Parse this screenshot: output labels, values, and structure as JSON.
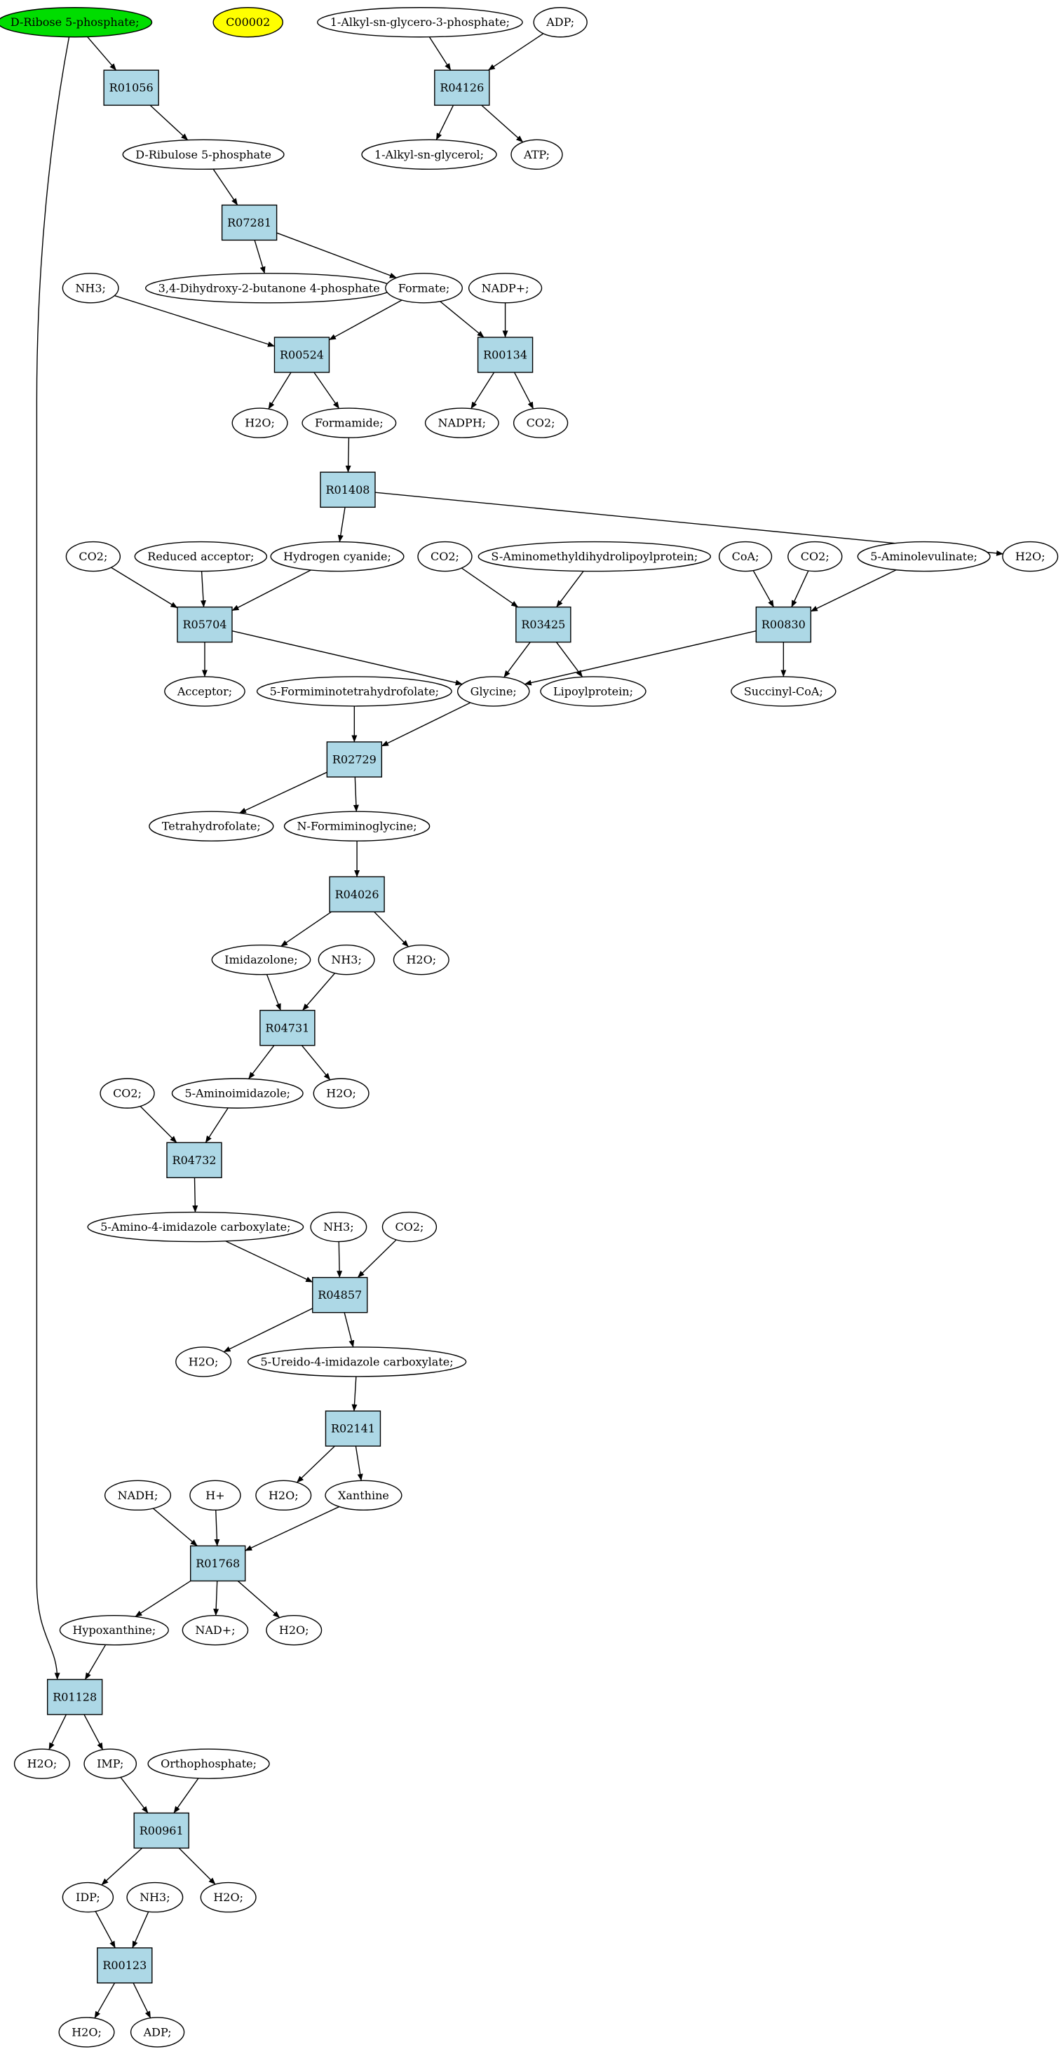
{
  "colors": {
    "reaction_fill": "#add8e6",
    "metabolite_fill": "#ffffff",
    "start_fill": "#00dd00",
    "target_fill": "#ffff00",
    "line": "#000000"
  },
  "metabolites": [
    {
      "id": "m_dribose_top",
      "label": "D-Ribose 5-phosphate;",
      "fill": "start"
    },
    {
      "id": "m_c00002",
      "label": "C00002",
      "fill": "target"
    },
    {
      "id": "m_alkyl_gp",
      "label": "1-Alkyl-sn-glycero-3-phosphate;"
    },
    {
      "id": "m_adp1",
      "label": "ADP;"
    },
    {
      "id": "m_dribose",
      "label": "D-Ribulose 5-phosphate"
    },
    {
      "id": "m_alkyl_g",
      "label": "1-Alkyl-sn-glycerol;"
    },
    {
      "id": "m_atp",
      "label": "ATP;"
    },
    {
      "id": "m_nh3_1",
      "label": "NH3;"
    },
    {
      "id": "m_dhbp",
      "label": "3,4-Dihydroxy-2-butanone 4-phosphate"
    },
    {
      "id": "m_formate",
      "label": "Formate;"
    },
    {
      "id": "m_nadp",
      "label": "NADP+;"
    },
    {
      "id": "m_h2o_1",
      "label": "H2O;"
    },
    {
      "id": "m_formamide",
      "label": "Formamide;"
    },
    {
      "id": "m_nadph",
      "label": "NADPH;"
    },
    {
      "id": "m_co2_1",
      "label": "CO2;"
    },
    {
      "id": "m_h2o_2",
      "label": "H2O;"
    },
    {
      "id": "m_co2_2",
      "label": "CO2;"
    },
    {
      "id": "m_redacc",
      "label": "Reduced acceptor;"
    },
    {
      "id": "m_hcn",
      "label": "Hydrogen cyanide;"
    },
    {
      "id": "m_co2_3",
      "label": "CO2;"
    },
    {
      "id": "m_samdlp",
      "label": "S-Aminomethyldihydrolipoylprotein;"
    },
    {
      "id": "m_coa",
      "label": "CoA;"
    },
    {
      "id": "m_co2_4",
      "label": "CO2;"
    },
    {
      "id": "m_ala",
      "label": "5-Aminolevulinate;"
    },
    {
      "id": "m_acceptor",
      "label": "Acceptor;"
    },
    {
      "id": "m_fthf",
      "label": "5-Formiminotetrahydrofolate;"
    },
    {
      "id": "m_glycine",
      "label": "Glycine;"
    },
    {
      "id": "m_lipo",
      "label": "Lipoylprotein;"
    },
    {
      "id": "m_succoa",
      "label": "Succinyl-CoA;"
    },
    {
      "id": "m_thf",
      "label": "Tetrahydrofolate;"
    },
    {
      "id": "m_nfg",
      "label": "N-Formiminoglycine;"
    },
    {
      "id": "m_imidazolone",
      "label": "Imidazolone;"
    },
    {
      "id": "m_nh3_2",
      "label": "NH3;"
    },
    {
      "id": "m_h2o_3",
      "label": "H2O;"
    },
    {
      "id": "m_co2_5",
      "label": "CO2;"
    },
    {
      "id": "m_5ai",
      "label": "5-Aminoimidazole;"
    },
    {
      "id": "m_h2o_4",
      "label": "H2O;"
    },
    {
      "id": "m_5a4ic",
      "label": "5-Amino-4-imidazole carboxylate;"
    },
    {
      "id": "m_nh3_3",
      "label": "NH3;"
    },
    {
      "id": "m_co2_6",
      "label": "CO2;"
    },
    {
      "id": "m_h2o_5",
      "label": "H2O;"
    },
    {
      "id": "m_5u4ic",
      "label": "5-Ureido-4-imidazole carboxylate;"
    },
    {
      "id": "m_h2o_6",
      "label": "H2O;"
    },
    {
      "id": "m_xanthine",
      "label": "Xanthine"
    },
    {
      "id": "m_nadh",
      "label": "NADH;"
    },
    {
      "id": "m_hplus",
      "label": "H+"
    },
    {
      "id": "m_hypox",
      "label": "Hypoxanthine;"
    },
    {
      "id": "m_nad",
      "label": "NAD+;"
    },
    {
      "id": "m_h2o_7",
      "label": "H2O;"
    },
    {
      "id": "m_h2o_8",
      "label": "H2O;"
    },
    {
      "id": "m_imp",
      "label": "IMP;"
    },
    {
      "id": "m_ortho",
      "label": "Orthophosphate;"
    },
    {
      "id": "m_idp",
      "label": "IDP;"
    },
    {
      "id": "m_nh3_4",
      "label": "NH3;"
    },
    {
      "id": "m_h2o_9",
      "label": "H2O;"
    },
    {
      "id": "m_h2o_10",
      "label": "H2O;"
    },
    {
      "id": "m_adp2",
      "label": "ADP;"
    }
  ],
  "reactions": [
    {
      "id": "r_R01056",
      "label": "R01056"
    },
    {
      "id": "r_R04126",
      "label": "R04126"
    },
    {
      "id": "r_R07281",
      "label": "R07281"
    },
    {
      "id": "r_R00524",
      "label": "R00524"
    },
    {
      "id": "r_R00134",
      "label": "R00134"
    },
    {
      "id": "r_R01408",
      "label": "R01408"
    },
    {
      "id": "r_R05704",
      "label": "R05704"
    },
    {
      "id": "r_R03425",
      "label": "R03425"
    },
    {
      "id": "r_R00830",
      "label": "R00830"
    },
    {
      "id": "r_R02729",
      "label": "R02729"
    },
    {
      "id": "r_R04026",
      "label": "R04026"
    },
    {
      "id": "r_R04731",
      "label": "R04731"
    },
    {
      "id": "r_R04732",
      "label": "R04732"
    },
    {
      "id": "r_R04857",
      "label": "R04857"
    },
    {
      "id": "r_R02141",
      "label": "R02141"
    },
    {
      "id": "r_R01768",
      "label": "R01768"
    },
    {
      "id": "r_R01128",
      "label": "R01128"
    },
    {
      "id": "r_R00961",
      "label": "R00961"
    },
    {
      "id": "r_R00123",
      "label": "R00123"
    }
  ],
  "edges": [
    [
      "m_dribose_top",
      "r_R01056"
    ],
    [
      "m_dribose_top",
      "r_R01128"
    ],
    [
      "r_R01056",
      "m_dribose"
    ],
    [
      "m_alkyl_gp",
      "r_R04126"
    ],
    [
      "m_adp1",
      "r_R04126"
    ],
    [
      "r_R04126",
      "m_alkyl_g"
    ],
    [
      "r_R04126",
      "m_atp"
    ],
    [
      "m_dribose",
      "r_R07281"
    ],
    [
      "r_R07281",
      "m_dhbp"
    ],
    [
      "r_R07281",
      "m_formate"
    ],
    [
      "m_nh3_1",
      "r_R00524"
    ],
    [
      "m_formate",
      "r_R00524"
    ],
    [
      "m_formate",
      "r_R00134"
    ],
    [
      "m_nadp",
      "r_R00134"
    ],
    [
      "r_R00524",
      "m_h2o_1"
    ],
    [
      "r_R00524",
      "m_formamide"
    ],
    [
      "r_R00134",
      "m_nadph"
    ],
    [
      "r_R00134",
      "m_co2_1"
    ],
    [
      "m_formamide",
      "r_R01408"
    ],
    [
      "r_R01408",
      "m_h2o_2"
    ],
    [
      "r_R01408",
      "m_hcn"
    ],
    [
      "m_co2_2",
      "r_R05704"
    ],
    [
      "m_redacc",
      "r_R05704"
    ],
    [
      "m_hcn",
      "r_R05704"
    ],
    [
      "r_R05704",
      "m_acceptor"
    ],
    [
      "r_R05704",
      "m_glycine"
    ],
    [
      "m_co2_3",
      "r_R03425"
    ],
    [
      "m_samdlp",
      "r_R03425"
    ],
    [
      "r_R03425",
      "m_glycine"
    ],
    [
      "r_R03425",
      "m_lipo"
    ],
    [
      "m_coa",
      "r_R00830"
    ],
    [
      "m_co2_4",
      "r_R00830"
    ],
    [
      "m_ala",
      "r_R00830"
    ],
    [
      "r_R00830",
      "m_glycine"
    ],
    [
      "r_R00830",
      "m_succoa"
    ],
    [
      "m_fthf",
      "r_R02729"
    ],
    [
      "m_glycine",
      "r_R02729"
    ],
    [
      "r_R02729",
      "m_thf"
    ],
    [
      "r_R02729",
      "m_nfg"
    ],
    [
      "m_nfg",
      "r_R04026"
    ],
    [
      "r_R04026",
      "m_imidazolone"
    ],
    [
      "r_R04026",
      "m_h2o_3"
    ],
    [
      "m_imidazolone",
      "r_R04731"
    ],
    [
      "m_nh3_2",
      "r_R04731"
    ],
    [
      "r_R04731",
      "m_5ai"
    ],
    [
      "r_R04731",
      "m_h2o_4"
    ],
    [
      "m_co2_5",
      "r_R04732"
    ],
    [
      "m_5ai",
      "r_R04732"
    ],
    [
      "r_R04732",
      "m_5a4ic"
    ],
    [
      "m_5a4ic",
      "r_R04857"
    ],
    [
      "m_nh3_3",
      "r_R04857"
    ],
    [
      "m_co2_6",
      "r_R04857"
    ],
    [
      "r_R04857",
      "m_h2o_5"
    ],
    [
      "r_R04857",
      "m_5u4ic"
    ],
    [
      "m_5u4ic",
      "r_R02141"
    ],
    [
      "r_R02141",
      "m_h2o_6"
    ],
    [
      "r_R02141",
      "m_xanthine"
    ],
    [
      "m_nadh",
      "r_R01768"
    ],
    [
      "m_hplus",
      "r_R01768"
    ],
    [
      "m_xanthine",
      "r_R01768"
    ],
    [
      "r_R01768",
      "m_hypox"
    ],
    [
      "r_R01768",
      "m_nad"
    ],
    [
      "r_R01768",
      "m_h2o_7"
    ],
    [
      "m_hypox",
      "r_R01128"
    ],
    [
      "r_R01128",
      "m_h2o_8"
    ],
    [
      "r_R01128",
      "m_imp"
    ],
    [
      "m_imp",
      "r_R00961"
    ],
    [
      "m_ortho",
      "r_R00961"
    ],
    [
      "r_R00961",
      "m_idp"
    ],
    [
      "r_R00961",
      "m_h2o_9"
    ],
    [
      "m_idp",
      "r_R00123"
    ],
    [
      "m_nh3_4",
      "r_R00123"
    ],
    [
      "r_R00123",
      "m_h2o_10"
    ],
    [
      "r_R00123",
      "m_adp2"
    ]
  ]
}
